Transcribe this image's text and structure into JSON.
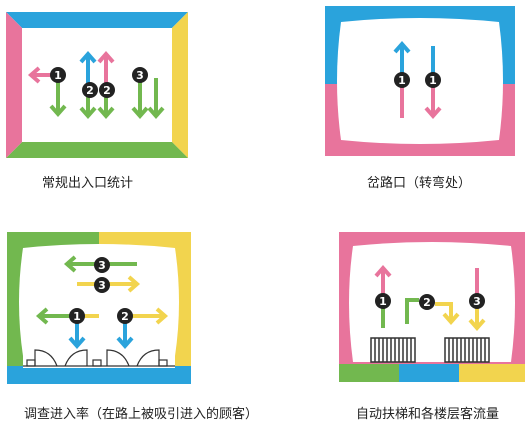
{
  "colors": {
    "pink": "#e8749c",
    "blue": "#2aa3dc",
    "yellow": "#f2d44e",
    "green": "#72b84f",
    "dark": "#222222",
    "screen": "#ffffff"
  },
  "panels": [
    {
      "id": "normal-entrance",
      "caption": "常规出入口统计",
      "badges": [
        "1",
        "2",
        "2",
        "3"
      ],
      "arrows": [
        {
          "color": "pink",
          "dir": "left"
        },
        {
          "color": "green",
          "dir": "down"
        },
        {
          "color": "blue",
          "dir": "up"
        },
        {
          "color": "green",
          "dir": "down"
        },
        {
          "color": "pink",
          "dir": "up"
        },
        {
          "color": "green",
          "dir": "down"
        },
        {
          "color": "green",
          "dir": "down"
        }
      ]
    },
    {
      "id": "fork-crossing",
      "caption": "岔路口（转弯处）",
      "badges": [
        "1",
        "1"
      ],
      "arrows": [
        {
          "color": "blue",
          "dir": "up"
        },
        {
          "color": "pink",
          "dir": "down"
        }
      ]
    },
    {
      "id": "entry-rate",
      "caption": "调查进入率（在路上被吸引进入的顾客）",
      "badges": [
        "3",
        "3",
        "1",
        "2"
      ],
      "arrows": [
        {
          "color": "green",
          "dir": "left"
        },
        {
          "color": "yellow",
          "dir": "right"
        },
        {
          "color": "green",
          "dir": "left"
        },
        {
          "color": "blue",
          "dir": "down"
        },
        {
          "color": "yellow",
          "dir": "right"
        },
        {
          "color": "yellow",
          "dir": "right"
        },
        {
          "color": "blue",
          "dir": "down"
        }
      ]
    },
    {
      "id": "escalator-floor",
      "caption": "自动扶梯和各楼层客流量",
      "badges": [
        "1",
        "2",
        "3"
      ],
      "arrows": [
        {
          "color": "pink",
          "dir": "up"
        },
        {
          "color": "green",
          "dir": "path"
        },
        {
          "color": "yellow",
          "dir": "down"
        },
        {
          "color": "pink",
          "dir": "down"
        }
      ]
    }
  ]
}
